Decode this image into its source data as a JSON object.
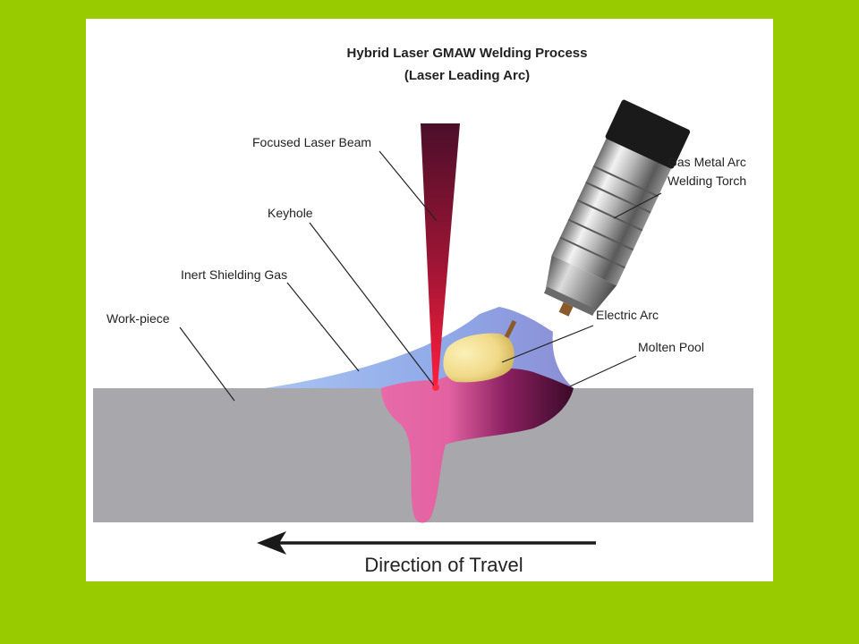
{
  "title": {
    "line1": "Hybrid Laser GMAW Welding Process",
    "line2": "(Laser Leading Arc)"
  },
  "labels": {
    "laser_beam": "Focused Laser Beam",
    "keyhole": "Keyhole",
    "shielding_gas": "Inert Shielding Gas",
    "work_piece": "Work-piece",
    "torch_line1": "Gas Metal Arc",
    "torch_line2": "Welding Torch",
    "electric_arc": "Electric Arc",
    "molten_pool": "Molten Pool"
  },
  "direction": {
    "label": "Direction of Travel"
  },
  "colors": {
    "background": "#99CC00",
    "panel": "#FFFFFF",
    "work_piece": "#A8A8AC",
    "shielding_gas": "#7F9FE0",
    "laser_top": "#4A0F2A",
    "laser_bottom": "#FF1E3C",
    "molten_pool_pink": "#E86AA8",
    "molten_pool_dark": "#3A0A28",
    "arc": "#F2DE8C",
    "torch_cap": "#1A1A1A"
  }
}
